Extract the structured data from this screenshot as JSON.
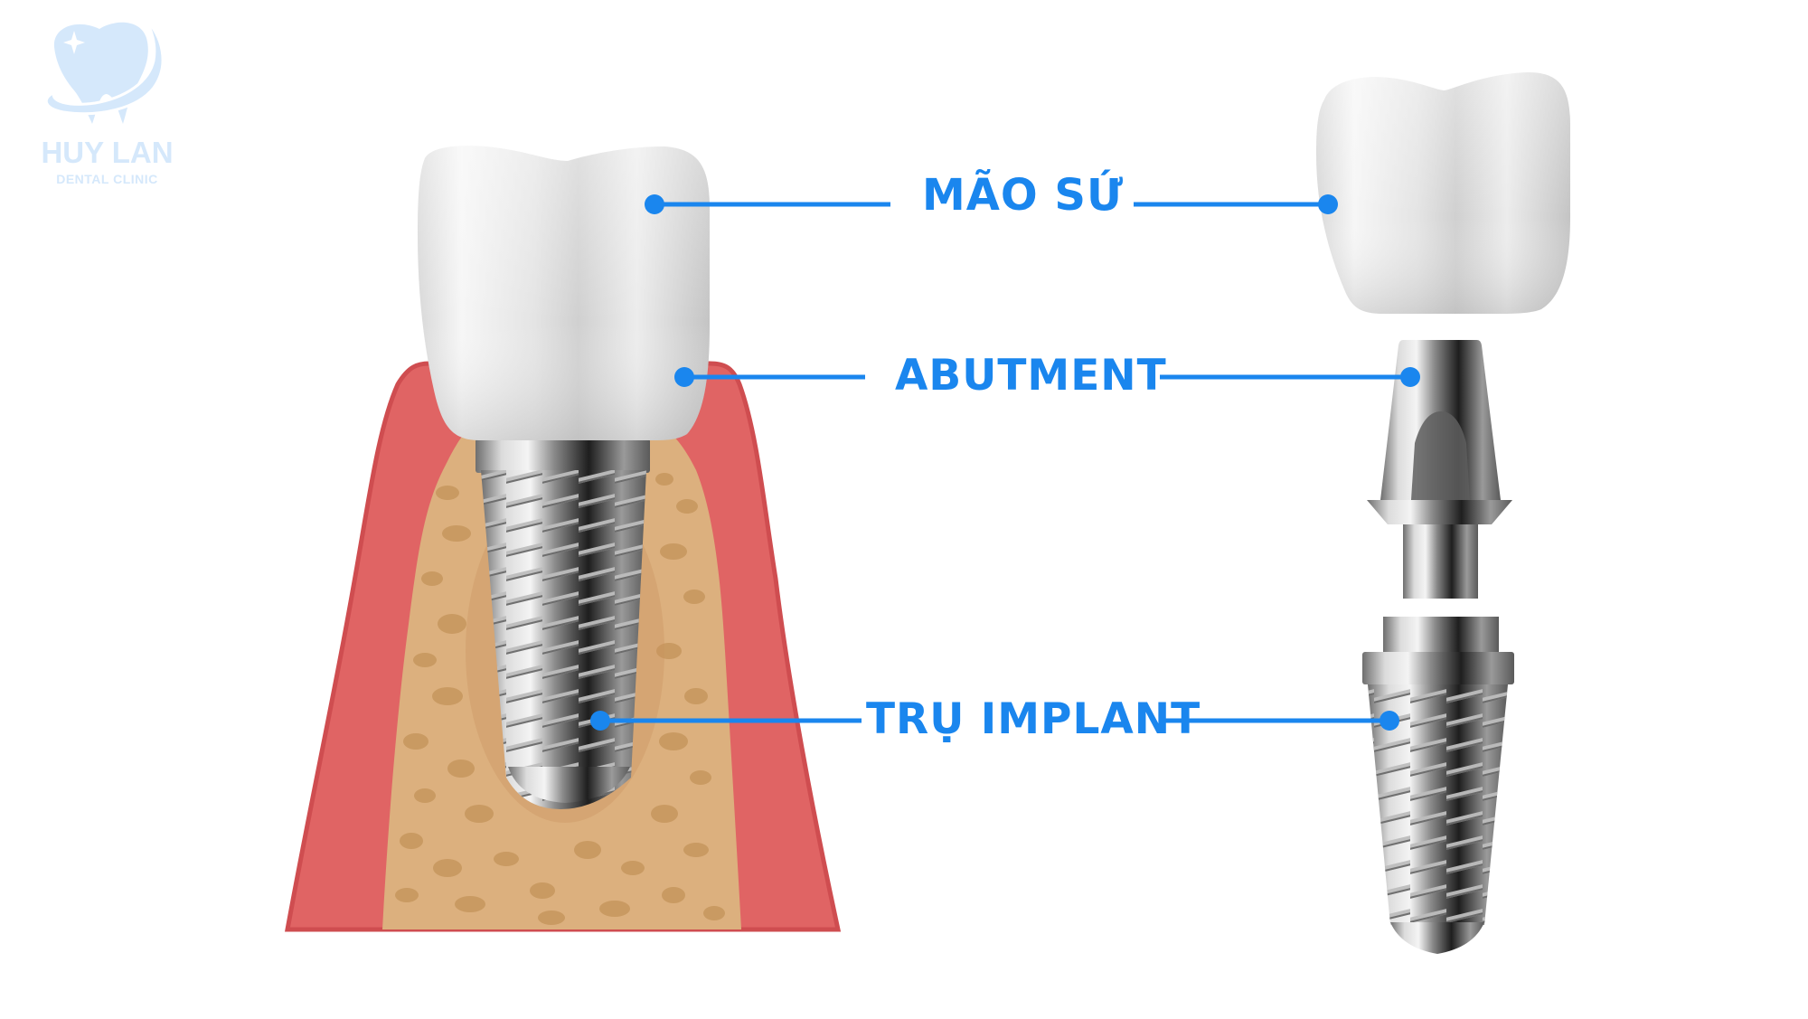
{
  "logo": {
    "name": "HUY LAN",
    "tagline": "DENTAL CLINIC",
    "icon": "tooth-hand-icon",
    "color": "#d5e8fb"
  },
  "diagram": {
    "title_hint": "Dental implant structure",
    "accent_color": "#1a86ee",
    "labels": [
      {
        "id": "crown",
        "text": "MÃO SỨ"
      },
      {
        "id": "abutment",
        "text": "ABUTMENT"
      },
      {
        "id": "implant",
        "text": "TRỤ IMPLANT"
      }
    ],
    "left_illustration": "implant-in-jawbone-with-gum-and-crown",
    "right_illustration": "exploded-crown-abutment-implant",
    "colors": {
      "gum": "#e06464",
      "gum_edge": "#cf4d50",
      "bone": "#dcb07e",
      "bone_pore": "#c99a62",
      "crown": "#e6e6e6",
      "metal": "#9a9a9a"
    }
  }
}
